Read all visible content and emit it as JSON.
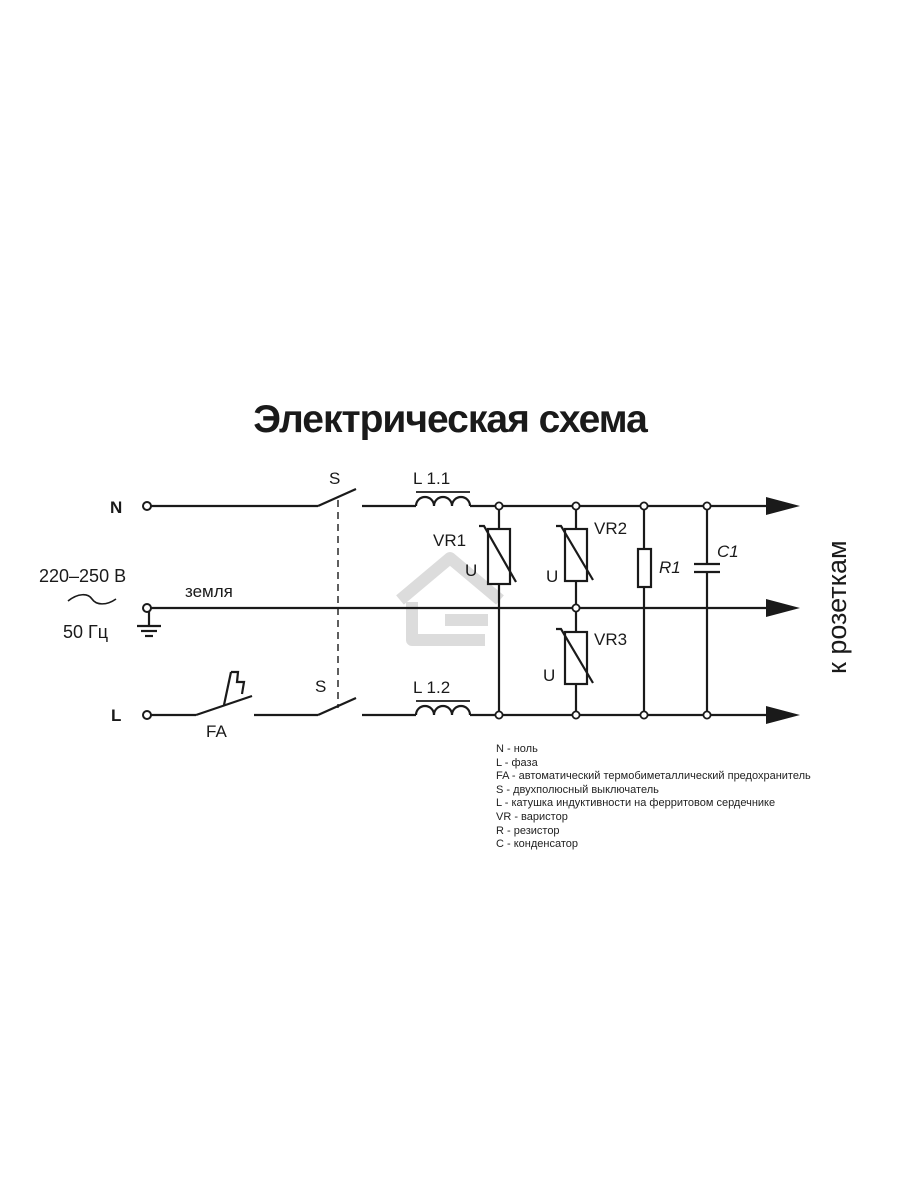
{
  "title": "Электрическая схема",
  "supply": {
    "voltage": "220–250 В",
    "frequency": "50 Гц"
  },
  "terminals": {
    "neutral": "N",
    "line": "L"
  },
  "ground_label": "земля",
  "components": {
    "switch_top": "S",
    "switch_bottom": "S",
    "inductor_top": "L 1.1",
    "inductor_bottom": "L 1.2",
    "varistor1": "VR1",
    "varistor2": "VR2",
    "varistor3": "VR3",
    "varistor_u": "U",
    "resistor": "R1",
    "capacitor": "C1",
    "breaker": "FA"
  },
  "output_label": "к розеткам",
  "legend": [
    "N - ноль",
    "L - фаза",
    "FA - автоматический термобиметаллический предохранитель",
    "S - двухполюсный выключатель",
    "L - катушка индуктивности на ферритовом сердечнике",
    "VR - варистор",
    "R - резистор",
    "C - конденсатор"
  ],
  "colors": {
    "line": "#1a1a1a",
    "watermark": "#dcdcdc"
  }
}
